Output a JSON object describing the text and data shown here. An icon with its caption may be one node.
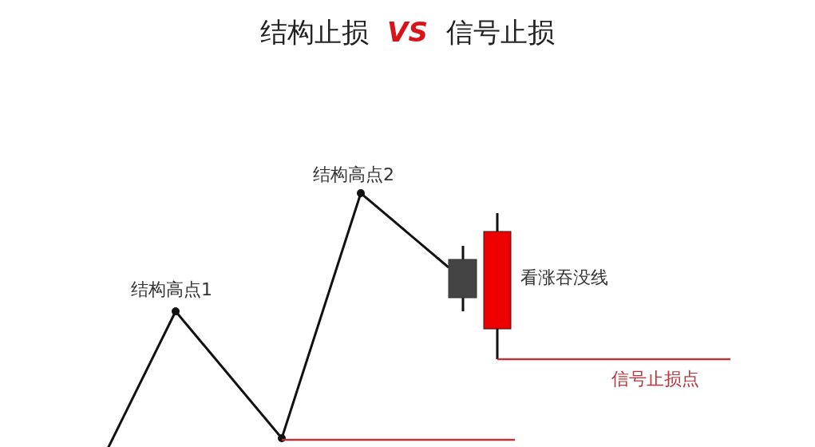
{
  "diagram": {
    "title": "结构止损 **VS** 信号止损",
    "labels": [
      "结构高点1",
      "结构高点2",
      "看涨吞没线",
      "信号止损点"
    ]
  }
}
